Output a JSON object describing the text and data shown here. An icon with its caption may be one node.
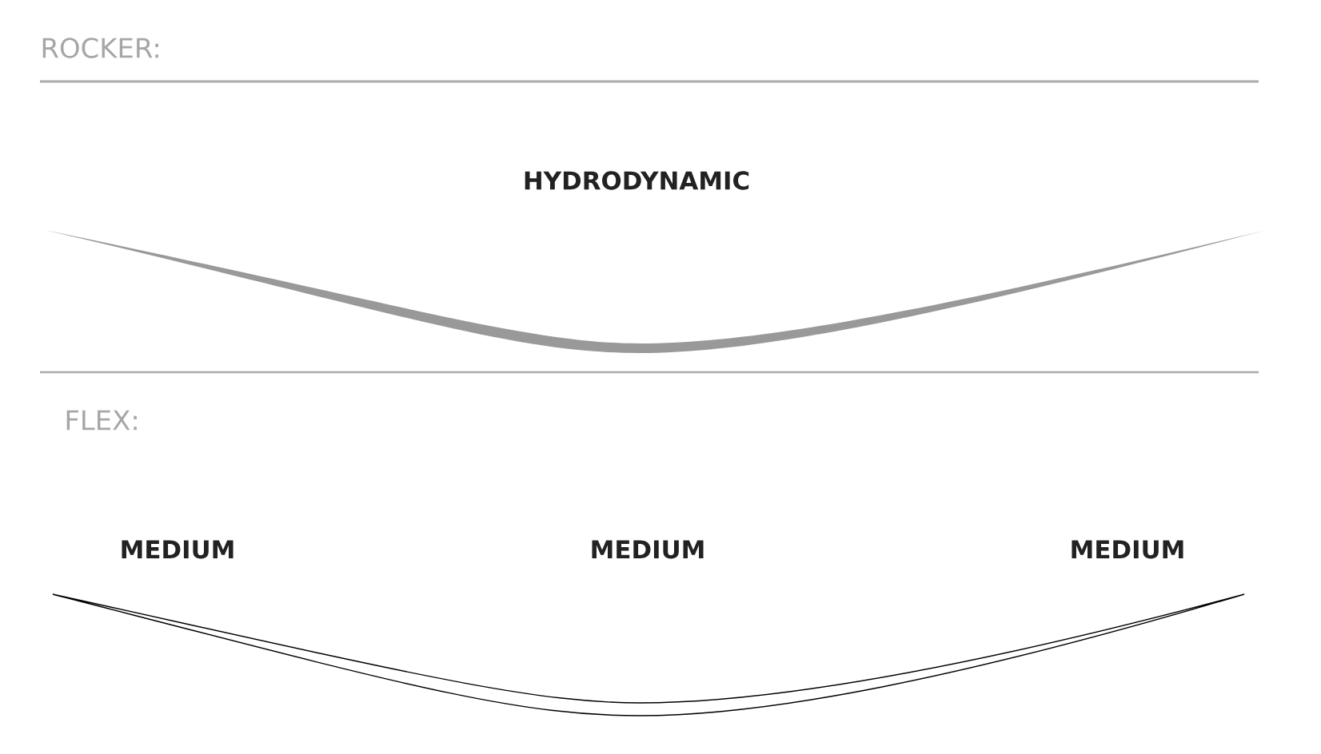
{
  "diagram": {
    "labels": [
      "ROCKER:",
      "HYDRODYNAMIC",
      "FLEX:",
      "MEDIUM",
      "MEDIUM",
      "MEDIUM"
    ]
  }
}
